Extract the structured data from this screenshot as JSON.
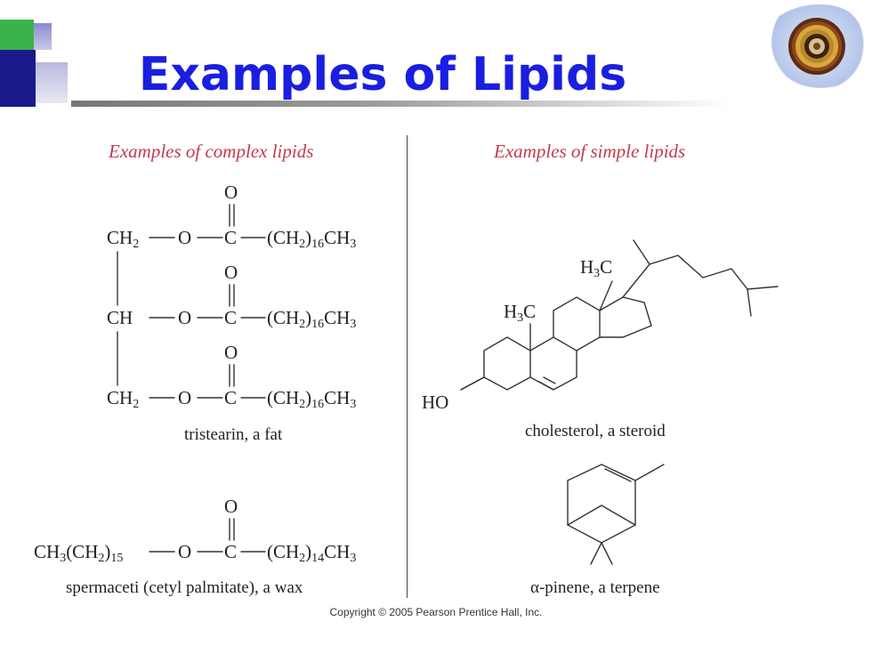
{
  "slide": {
    "title": "Examples of Lipids",
    "accent_colors": {
      "title": "#1a1ee0",
      "header": "#c23a4c",
      "square_dark": "#1a1a8c",
      "square_green": "#3cb34a"
    }
  },
  "complex": {
    "header": "Examples of complex lipids",
    "tristearin": {
      "caption": "tristearin, a fat",
      "row_ch2_top": "CH",
      "row_ch": "CH",
      "row_ch2_bottom": "CH",
      "sub_2": "2",
      "oxygen": "O",
      "carbon": "C",
      "chain_open": "(CH",
      "chain_close": ")",
      "chain_repeat": "16",
      "chain_end": "CH",
      "sub_3": "3"
    },
    "spermaceti": {
      "caption": "spermaceti (cetyl palmitate), a wax",
      "left_group": "CH",
      "sub_3": "3",
      "paren_open": "(CH",
      "sub_2": "2",
      "paren_close": ")",
      "left_repeat": "15",
      "oxygen": "O",
      "carbon": "C",
      "right_repeat": "14",
      "right_end": "CH"
    }
  },
  "simple": {
    "header": "Examples of simple lipids",
    "cholesterol": {
      "caption": "cholesterol, a steroid",
      "methyl_label": "H",
      "methyl_sub": "3",
      "methyl_c": "C",
      "hydroxyl": "HO"
    },
    "pinene": {
      "caption": "α-pinene, a terpene"
    }
  },
  "copyright": "Copyright © 2005 Pearson Prentice Hall, Inc.",
  "icons": [
    "slide-corner-squares",
    "mitochondria-emblem-icon"
  ]
}
